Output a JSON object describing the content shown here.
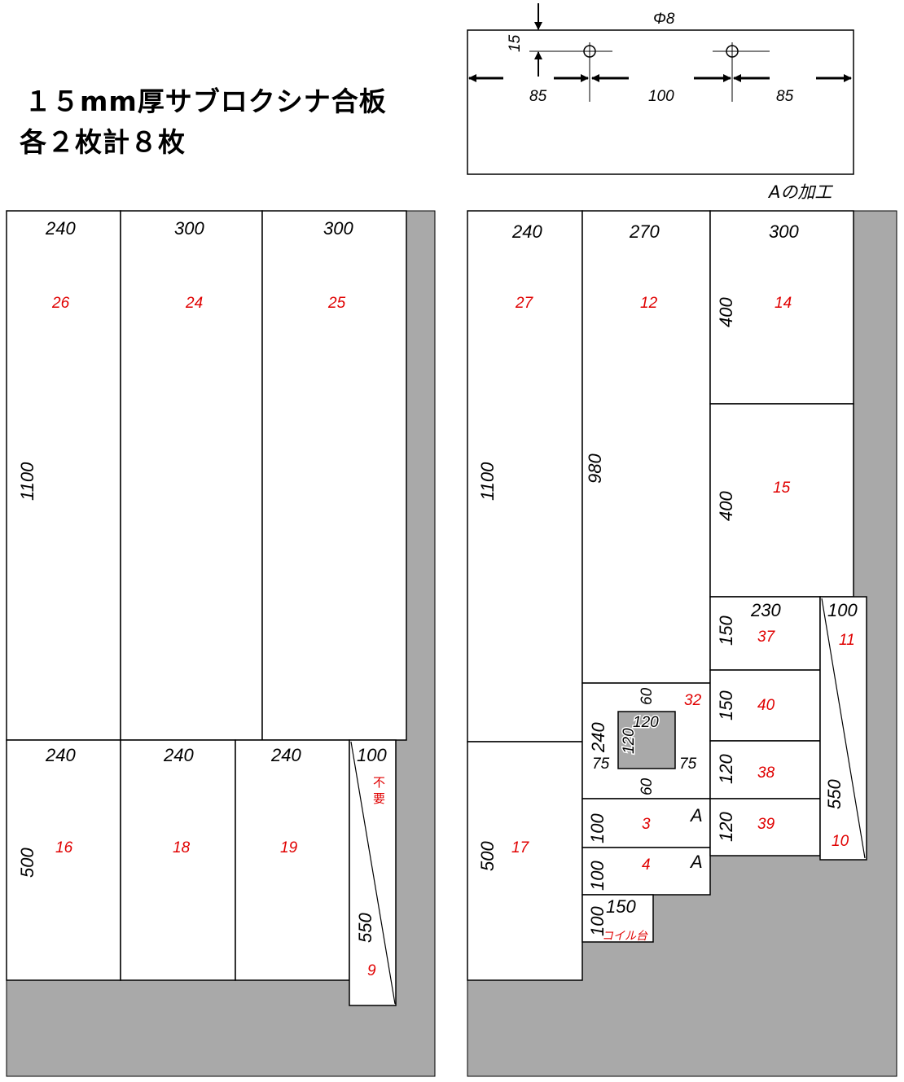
{
  "title": {
    "line1": "１５mm厚サブロクシナ合板",
    "line2": "各２枚計８枚"
  },
  "detail_a": {
    "caption": "Aの加工",
    "hole_label": "Φ8",
    "edge_offset": "15",
    "spacing_left": "85",
    "spacing_mid": "100",
    "spacing_right": "85"
  },
  "sheet1": {
    "pieces": [
      {
        "id": "26",
        "width": "240",
        "height": "1100"
      },
      {
        "id": "24",
        "width": "300"
      },
      {
        "id": "25",
        "width": "300"
      },
      {
        "id": "16",
        "width": "240",
        "height": "500"
      },
      {
        "id": "18",
        "width": "240"
      },
      {
        "id": "19",
        "width": "240"
      },
      {
        "id": "9",
        "width": "100",
        "height": "550",
        "note": "不要"
      }
    ]
  },
  "sheet2": {
    "pieces": [
      {
        "id": "27",
        "width": "240",
        "height": "1100"
      },
      {
        "id": "12",
        "width": "270",
        "height": "980"
      },
      {
        "id": "14",
        "width": "300",
        "height": "400"
      },
      {
        "id": "15",
        "height": "400"
      },
      {
        "id": "17",
        "height": "500"
      },
      {
        "id": "32",
        "height": "240",
        "hole": "120",
        "hole_h": "120",
        "top": "60",
        "bottom": "60",
        "left": "75",
        "right": "75"
      },
      {
        "id": "3",
        "height": "100",
        "mark": "A"
      },
      {
        "id": "4",
        "height": "100",
        "mark": "A"
      },
      {
        "id": "coil",
        "height": "100",
        "width": "150",
        "label": "コイル台"
      },
      {
        "id": "37",
        "width": "230",
        "height": "150"
      },
      {
        "id": "40",
        "height": "150"
      },
      {
        "id": "38",
        "height": "120"
      },
      {
        "id": "39",
        "height": "120"
      },
      {
        "id": "11",
        "width": "100"
      },
      {
        "id": "10",
        "height": "550"
      }
    ]
  },
  "colors": {
    "waste": "#a9a9a9",
    "piece": "#ffffff",
    "line": "#000000",
    "part_number": "#e00000"
  }
}
